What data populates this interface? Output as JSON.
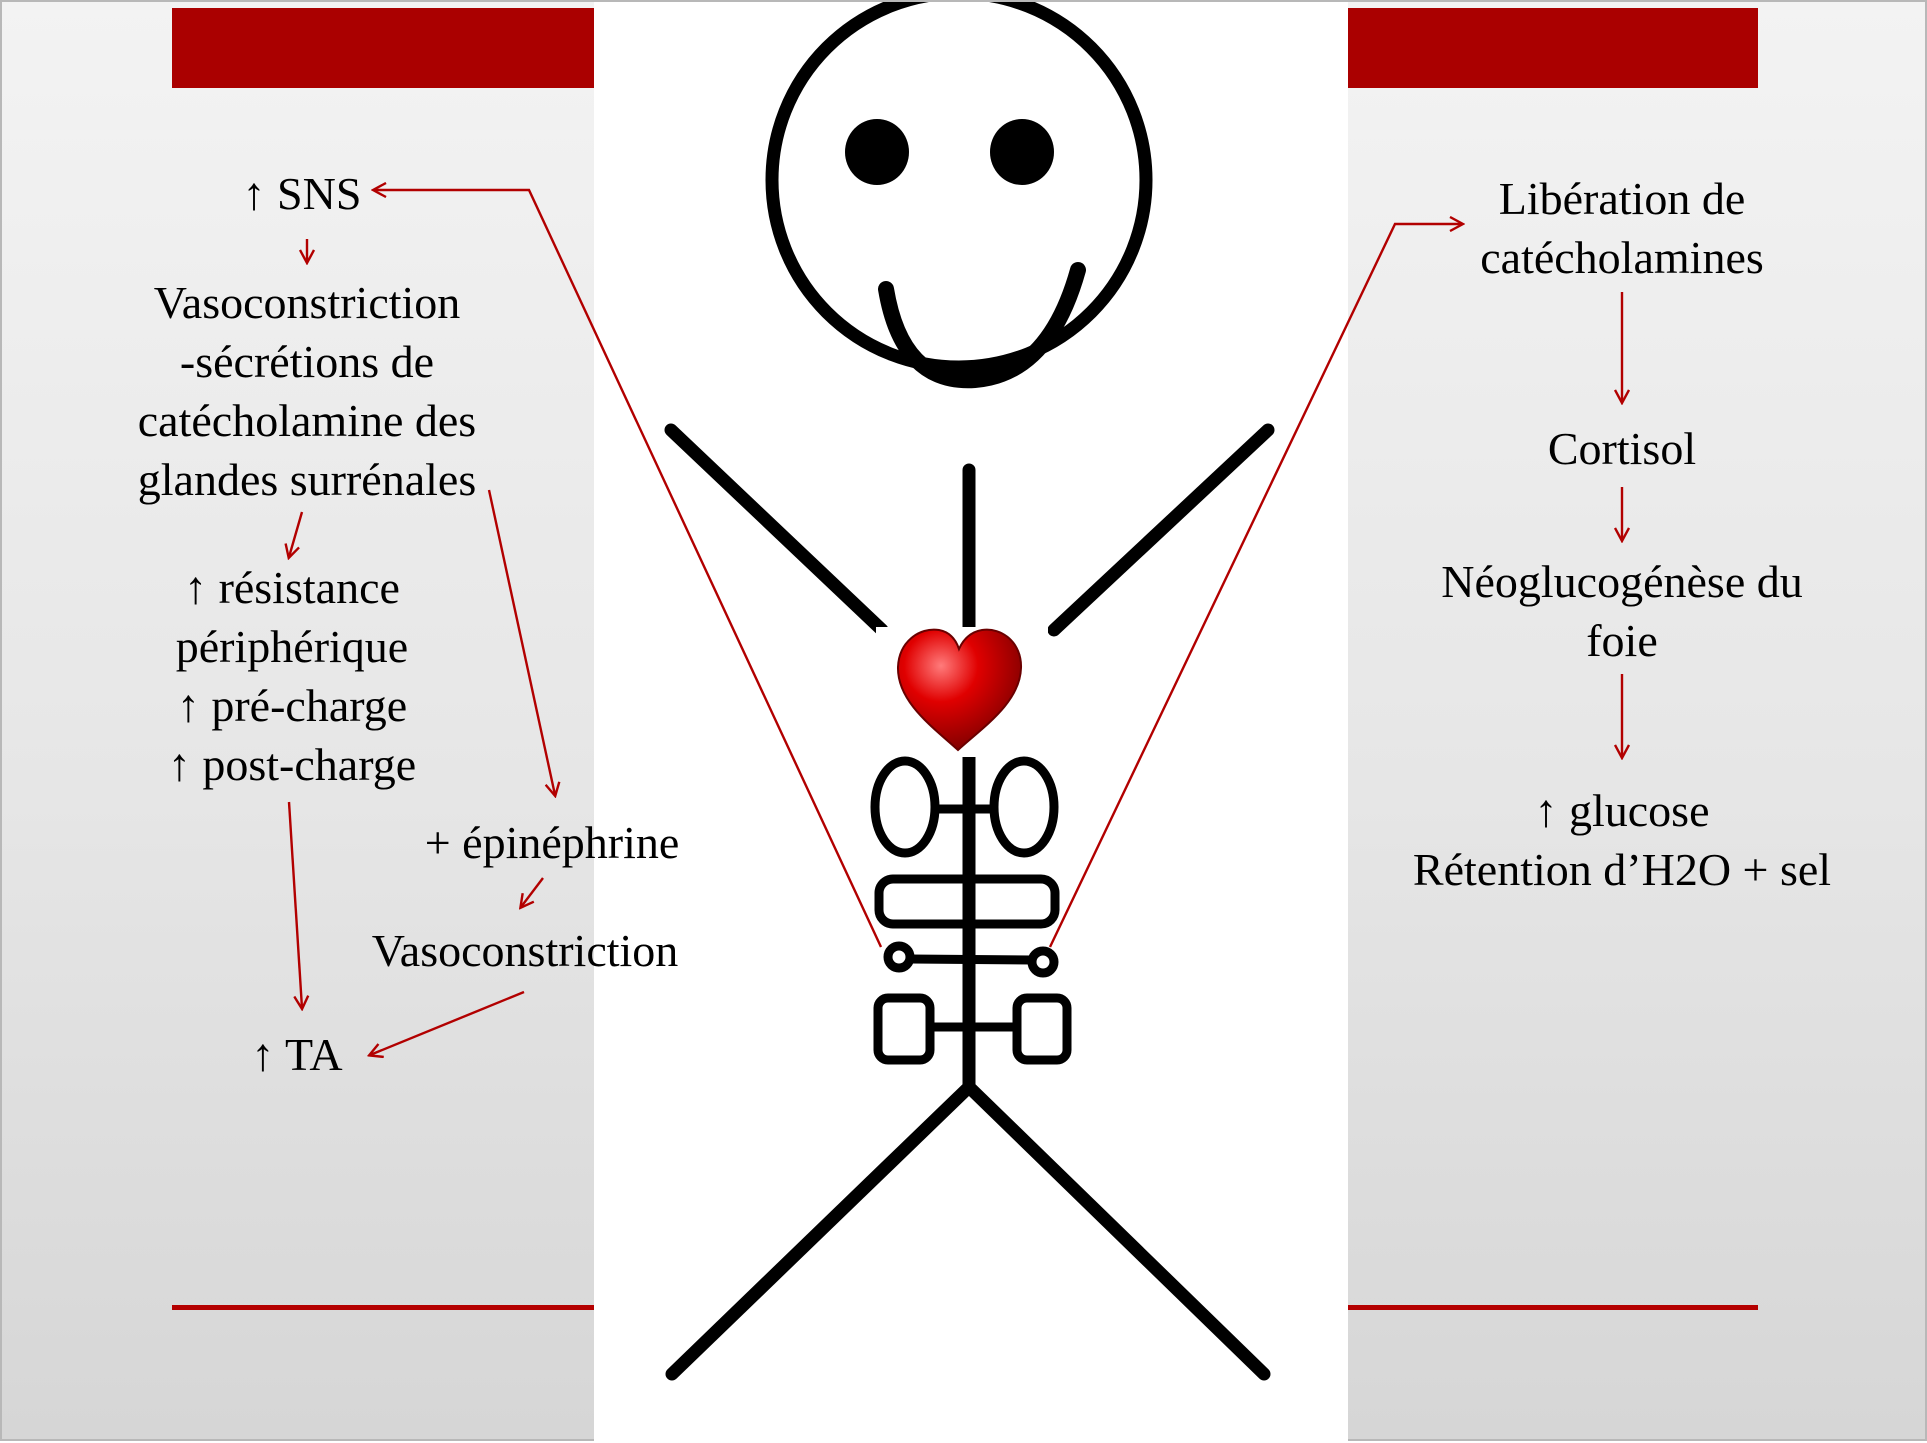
{
  "colors": {
    "accent": "#aa0000",
    "arrow": "#b20000",
    "figure": "#000000",
    "heart": "#d40000"
  },
  "left_column": {
    "sns": "↑ SNS",
    "vasoconstriction_block": "Vasoconstriction\n-sécrétions de\ncatécholamine des\nglandes surrénales",
    "resistance_block": "↑ résistance\npériphérique\n↑ pré-charge\n↑ post-charge",
    "epinephrine": "+ épinéphrine",
    "vasoconstriction": "Vasoconstriction",
    "ta": "↑ TA"
  },
  "right_column": {
    "liberation": "Libération de\ncatécholamines",
    "cortisol": "Cortisol",
    "neoglucogenese": "Néoglucogénèse du\nfoie",
    "glucose_block": "↑ glucose\nRétention d’H2O + sel"
  },
  "figure": {
    "icons": [
      "smiley-face",
      "heart-icon",
      "kidney-icon",
      "adrenal-gland-icon"
    ]
  }
}
